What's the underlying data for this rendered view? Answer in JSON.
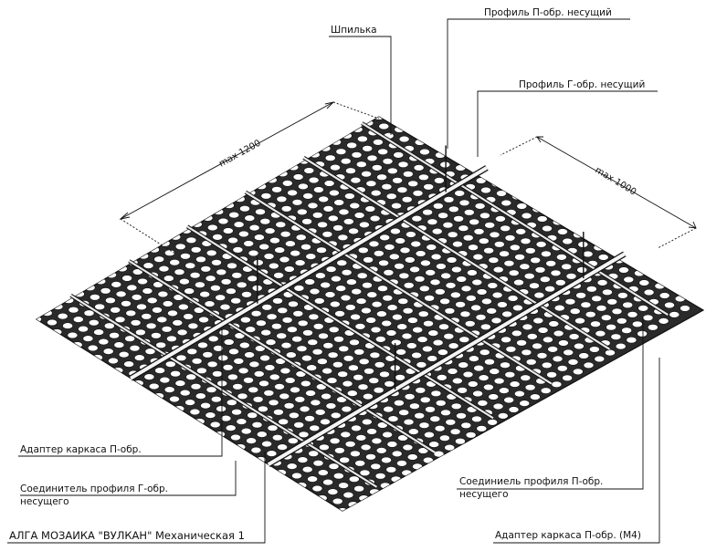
{
  "title": "АЛГА МОЗАИКА \"ВУЛКАН\" Механическая 1",
  "dimensions": {
    "length": "max 1200",
    "width": "max 1000"
  },
  "labels": {
    "stud": "Шпилька",
    "p_profile": "Профиль П-обр. несущий",
    "g_profile": "Профиль Г-обр. несущий",
    "adapter_p": "Адаптер каркаса П-обр.",
    "g_connector_1": "Соединитель профиля Г-обр.",
    "g_connector_2": "несущего",
    "p_connector_1": "Соединиель профиля П-обр.",
    "p_connector_2": "несущего",
    "adapter_m4": "Адаптер каркаса П-обр. (М4)"
  },
  "colors": {
    "line": "#111111",
    "panel": "#2a2a2a",
    "cell": "#ffffff",
    "profile": "#f2f2f2"
  }
}
